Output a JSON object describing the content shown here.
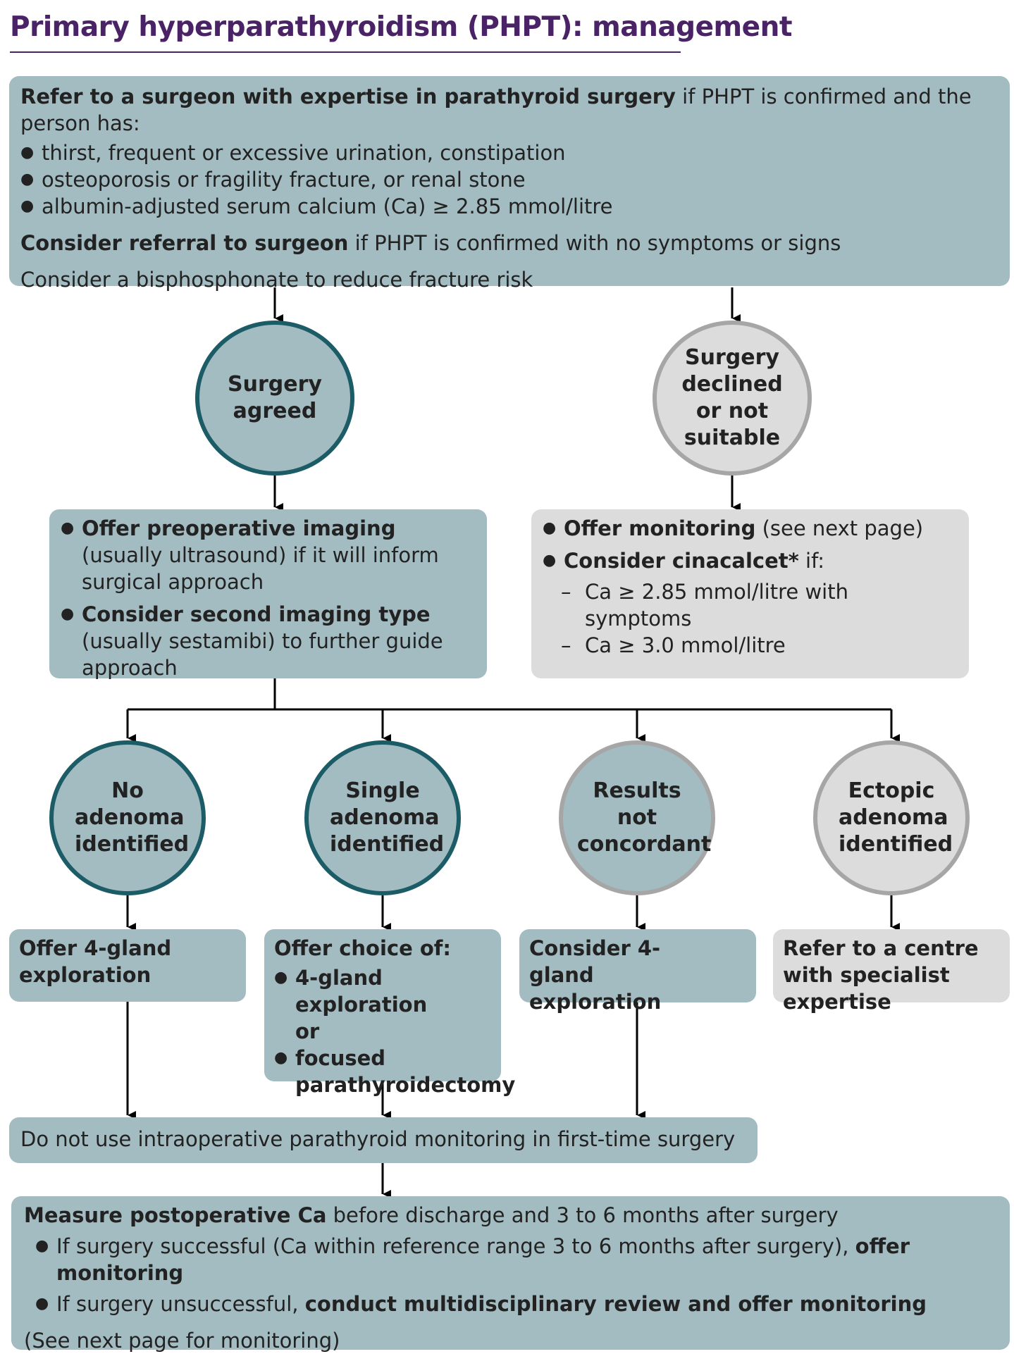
{
  "title": "Primary hyperparathyroidism (PHPT): management",
  "top_box": {
    "refer_bold": "Refer to a surgeon with expertise in parathyroid surgery",
    "refer_rest": " if PHPT is confirmed and the person has:",
    "bullets": [
      "thirst, frequent or excessive urination, constipation",
      "osteoporosis or fragility fracture, or renal stone",
      "albumin-adjusted serum calcium (Ca) ≥ 2.85 mmol/litre"
    ],
    "consider_bold": "Consider referral to surgeon",
    "consider_rest": " if PHPT is confirmed with no symptoms or signs",
    "bisphosphonate": "Consider a bisphosphonate to reduce fracture risk"
  },
  "circles": {
    "surgery_agreed": "Surgery agreed",
    "surgery_declined": "Surgery declined or not suitable",
    "no_adenoma": "No adenoma identified",
    "single_adenoma": "Single adenoma identified",
    "not_concordant": "Results not concordant",
    "ectopic": "Ectopic adenoma identified"
  },
  "imaging_box": {
    "item1_bold": "Offer preoperative imaging",
    "item1_rest": " (usually ultrasound) if it will inform surgical approach",
    "item2_bold": "Consider second imaging type",
    "item2_rest": " (usually sestamibi) to further guide approach"
  },
  "monitor_box": {
    "item1_bold": "Offer monitoring",
    "item1_rest": " (see next page)",
    "item2_bold": "Consider cinacalcet*",
    "item2_rest": " if:",
    "subs": [
      "Ca ≥ 2.85 mmol/litre with symptoms",
      "Ca ≥ 3.0 mmol/litre"
    ]
  },
  "outcome_boxes": {
    "four_gland": "Offer 4-gland exploration",
    "choice_title": "Offer choice of:",
    "choice_item1": "4-gland exploration",
    "choice_or": "or",
    "choice_item2": "focused parathyroidectomy",
    "consider_four_gland": "Consider 4-gland exploration",
    "refer_centre": "Refer to a centre with specialist expertise"
  },
  "intraop_box": "Do not use intraoperative parathyroid monitoring in first-time surgery",
  "postop_box": {
    "measure_bold": "Measure postoperative Ca",
    "measure_rest": " before discharge and 3 to 6 months after surgery",
    "bullet1_text": "If surgery successful (Ca within reference range 3 to 6 months after surgery), ",
    "bullet1_bold": "offer monitoring",
    "bullet2_text": "If surgery unsuccessful, ",
    "bullet2_bold": "conduct multidisciplinary review and offer monitoring",
    "see_next": "(See next page for monitoring)"
  },
  "colors": {
    "title": "#4a2366",
    "teal_fill": "#a3bcc1",
    "teal_border": "#1b5c67",
    "grey_fill": "#dcdcdc",
    "grey_border": "#a6a6a6"
  }
}
